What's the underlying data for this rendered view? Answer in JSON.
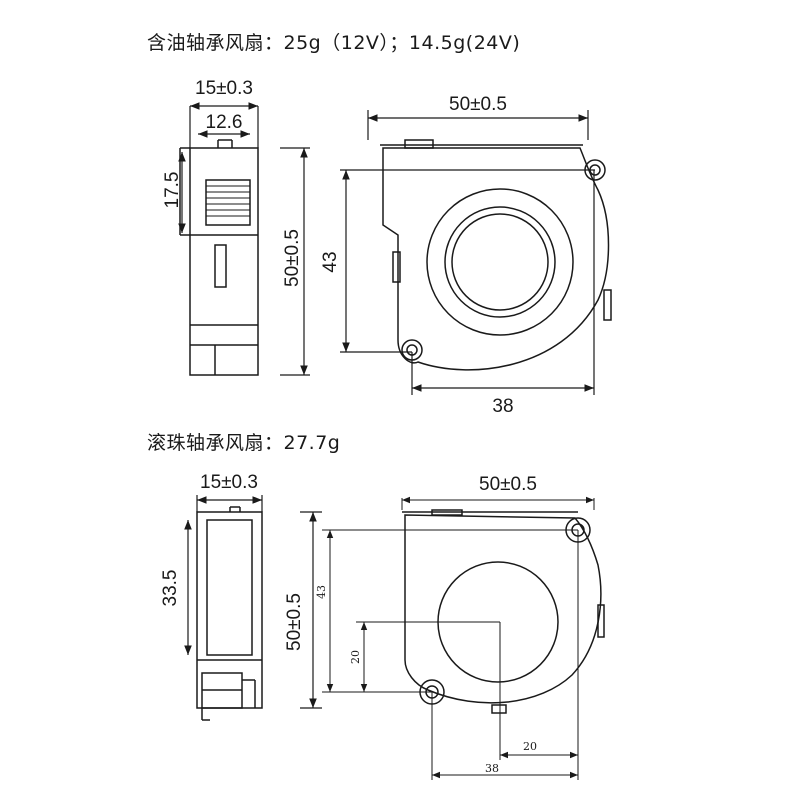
{
  "sections": [
    {
      "title": "含油轴承风扇：25g（12V）；14.5g(24V)",
      "side_view": {
        "width_overall": "15±0.3",
        "width_inner": "12.6",
        "height_partial": "17.5",
        "height_total": "50±0.5"
      },
      "front_view": {
        "width_total": "50±0.5",
        "hole_vertical": "43",
        "hole_horizontal": "38"
      }
    },
    {
      "title": "滚珠轴承风扇：27.7g",
      "side_view": {
        "width_overall": "15±0.3",
        "height_body": "33.5",
        "height_total": "50±0.5"
      },
      "front_view": {
        "width_total": "50±0.5",
        "hole_vertical": "43",
        "center_vertical": "20",
        "center_horizontal": "20",
        "hole_horizontal": "38"
      }
    }
  ],
  "colors": {
    "line": "#1a1a1a",
    "background": "#ffffff"
  }
}
